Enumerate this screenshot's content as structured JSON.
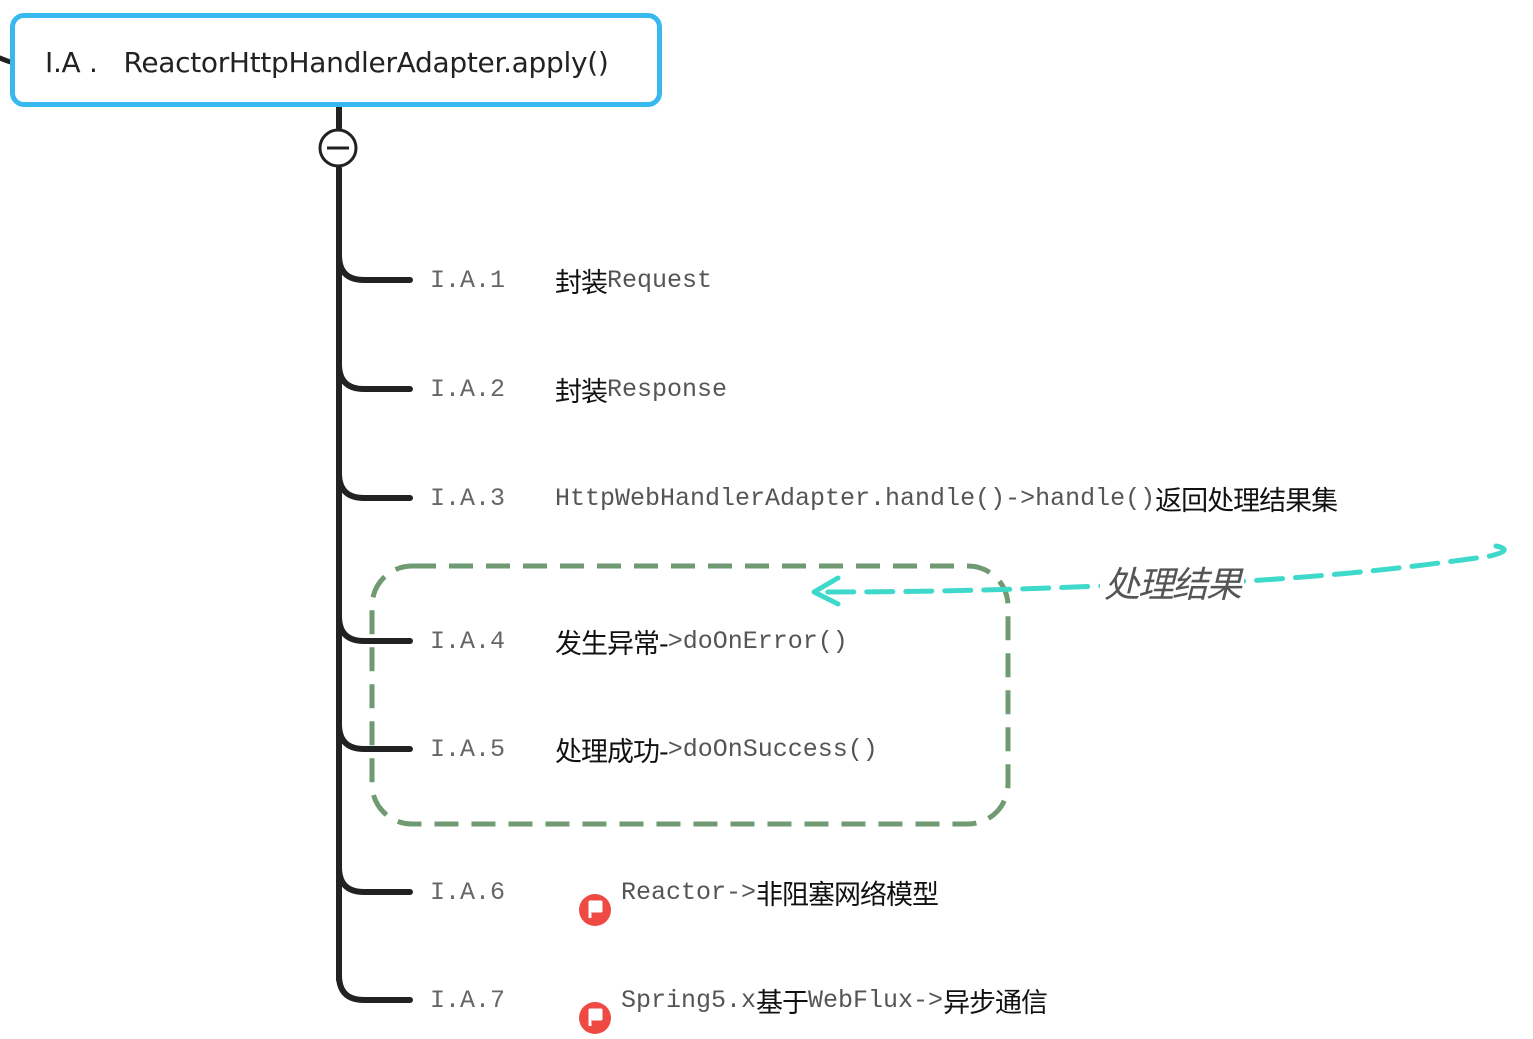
{
  "root": {
    "index": "I.A .",
    "title": "ReactorHttpHandlerAdapter.apply()"
  },
  "children": [
    {
      "index": "I.A.1",
      "text_cn": "封装",
      "code": "Request"
    },
    {
      "index": "I.A.2",
      "text_cn": "封装",
      "code": "Response"
    },
    {
      "index": "I.A.3",
      "code": "HttpWebHandlerAdapter.handle()->handle()",
      "text_cn": "返回处理结果集"
    },
    {
      "index": "I.A.4",
      "text_cn": "发生异常-",
      "code": ">doOnError()"
    },
    {
      "index": "I.A.5",
      "text_cn": "处理成功-",
      "code": ">doOnSuccess()"
    },
    {
      "index": "I.A.6",
      "icon": "red-flag-icon",
      "code": "Reactor->",
      "text_cn": "非阻塞网络模型"
    },
    {
      "index": "I.A.7",
      "icon": "red-flag-icon",
      "code_a": "Spring5.x",
      "text_cn_a": "基于",
      "code_b": "WebFlux->",
      "text_cn_b": "异步通信"
    }
  ],
  "annotation": {
    "label": "处理结果"
  },
  "colors": {
    "root_border": "#38b8ee",
    "branch_line": "#222222",
    "group_border": "#6f9a72",
    "arrow": "#3fd9cc",
    "flag": "#ee4a43"
  }
}
